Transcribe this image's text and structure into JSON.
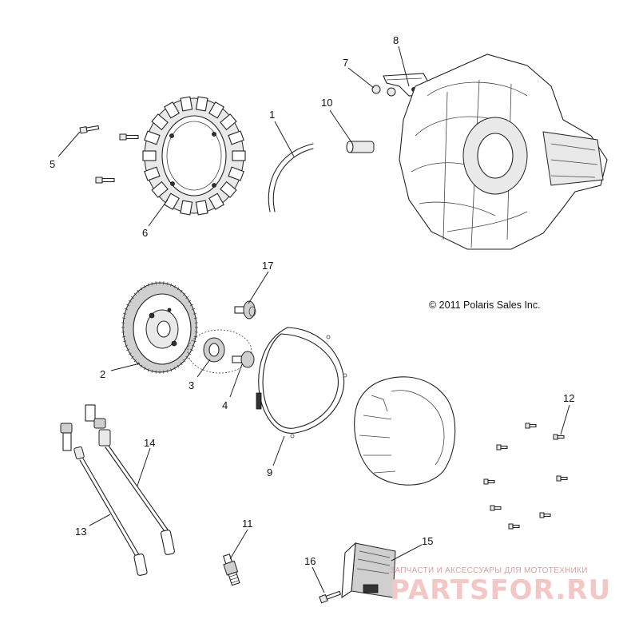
{
  "copyright": "© 2011 Polaris Sales Inc.",
  "watermark": {
    "tagline": "ЗАПЧАСТИ И АКСЕССУАРЫ ДЛЯ МОТОТЕХНИКИ",
    "logo": "PARTSFOR.RU"
  },
  "callouts": [
    "1",
    "2",
    "3",
    "4",
    "5",
    "6",
    "7",
    "8",
    "9",
    "10",
    "11",
    "12",
    "13",
    "14",
    "15",
    "16",
    "17"
  ]
}
